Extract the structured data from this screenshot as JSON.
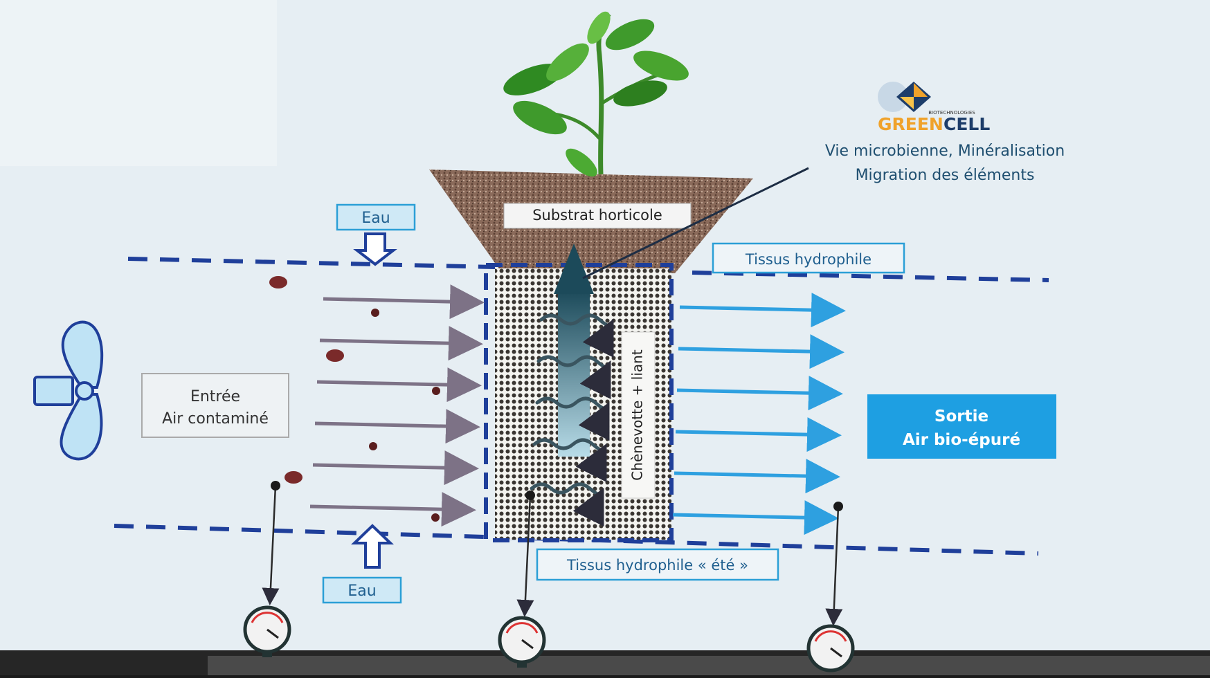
{
  "logo": {
    "subtitle": "BIOTECHNOLOGIES",
    "name_green": "GREEN",
    "name_dark": "CELL"
  },
  "labels": {
    "vie_microbienne": "Vie microbienne, Minéralisation",
    "migration": "Migration des éléments",
    "substrat": "Substrat horticole",
    "eau_top": "Eau",
    "eau_bottom": "Eau",
    "tissus_hydrophile": "Tissus hydrophile",
    "tissus_ete": "Tissus hydrophile « été »",
    "chenevotte": "Chènevotte + liant",
    "entree_line1": "Entrée",
    "entree_line2": "Air contaminé",
    "sortie_line1": "Sortie",
    "sortie_line2": "Air bio-épuré"
  },
  "colors": {
    "background": "#e6eef3",
    "dashed_line": "#1f3f9a",
    "label_border": "#2b9fd6",
    "label_text": "#1f5f8f",
    "inflow_arrow": "#7d7286",
    "outflow_arrow": "#2ea0e0",
    "sortie_box": "#1e9fe2",
    "soil": "#8c6b5c",
    "leaf": "#3f9a2c"
  },
  "icons": {
    "fan": "fan-icon",
    "gauge": "pressure-gauge-icon",
    "plant": "plant-icon",
    "water_arrow": "down-arrow-icon"
  }
}
